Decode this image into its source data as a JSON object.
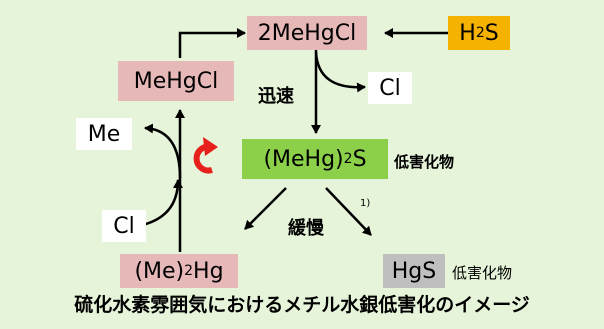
{
  "nodes": {
    "mehgcl2_label": "2MeHgCl",
    "h2s_base": "H",
    "h2s_sub": "2",
    "h2s_tail": "S",
    "mehgcl_label": "MeHgCl",
    "cl_top_label": "Cl",
    "me_label": "Me",
    "mehg2s_head": "(MeHg)",
    "mehg2s_sub": "2",
    "mehg2s_tail": "S",
    "cl_left_label": "Cl",
    "me2hg_head": "(Me)",
    "me2hg_sub": "2",
    "me2hg_tail": "Hg",
    "hgs_label": "HgS"
  },
  "labels": {
    "fast": "迅速",
    "slow": "緩慢",
    "low_toxicity_1": "低害化物",
    "low_toxicity_2": "低害化物",
    "footnote": "1)"
  },
  "caption": "硫化水素雰囲気におけるメチル水銀低害化のイメージ",
  "colors": {
    "background": "#e6f4d9",
    "pink": "#e6b9b8",
    "gold": "#f6b200",
    "green": "#8cd04a",
    "gray": "#bfbfbf",
    "cycle_arrow": "#e8201c"
  }
}
